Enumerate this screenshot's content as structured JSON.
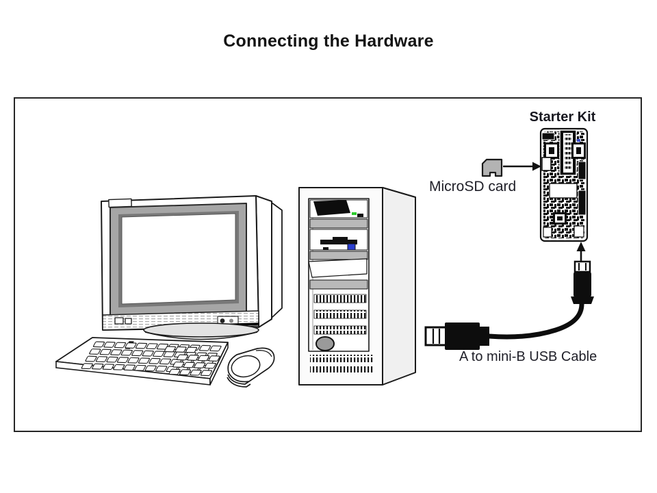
{
  "page": {
    "title": "Connecting the Hardware"
  },
  "diagram": {
    "labels": {
      "starter_kit": "Starter Kit",
      "microsd_card": "MicroSD card",
      "usb_cable": "A to mini-B USB Cable"
    },
    "colors": {
      "outline": "#1a1a1a",
      "cd_led_green": "#2ecc2e",
      "floppy_button_blue": "#2b3fd0",
      "pcb_dot_blue": "#3a4fd0",
      "microsd_gray": "#b3b3b3",
      "monitor_bezel_gray": "#a6a6a6",
      "tower_strip_gray": "#b9b9b9",
      "power_button_gray": "#9a9a9a",
      "base_gray": "#e3e3e3"
    },
    "icons": {
      "microsd": "microsd-card-icon",
      "arrow_to_board": "arrow-right-icon",
      "arrow_to_connector": "arrow-up-icon"
    }
  }
}
